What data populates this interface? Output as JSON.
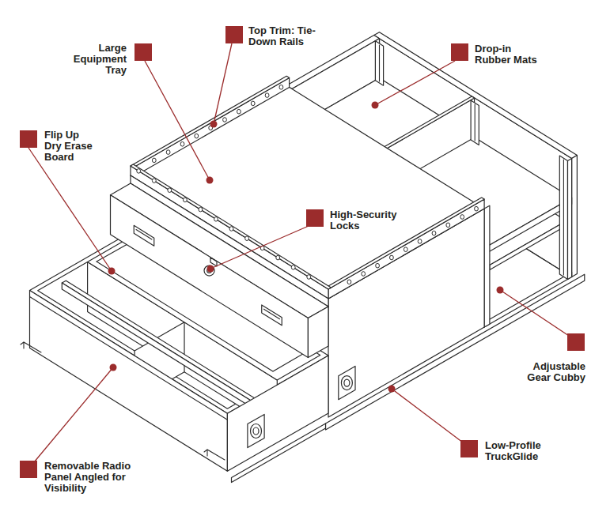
{
  "diagram": {
    "labels": [
      "Top Trim: Tie-Down Rails",
      "Large Equipment Tray",
      "Drop-in Rubber Mats",
      "Flip Up Dry Erase Board",
      "High-Security Locks",
      "Adjustable Gear Cubby",
      "Low-Profile TruckGlide",
      "Removable Radio Panel Angled for Visibility"
    ]
  }
}
